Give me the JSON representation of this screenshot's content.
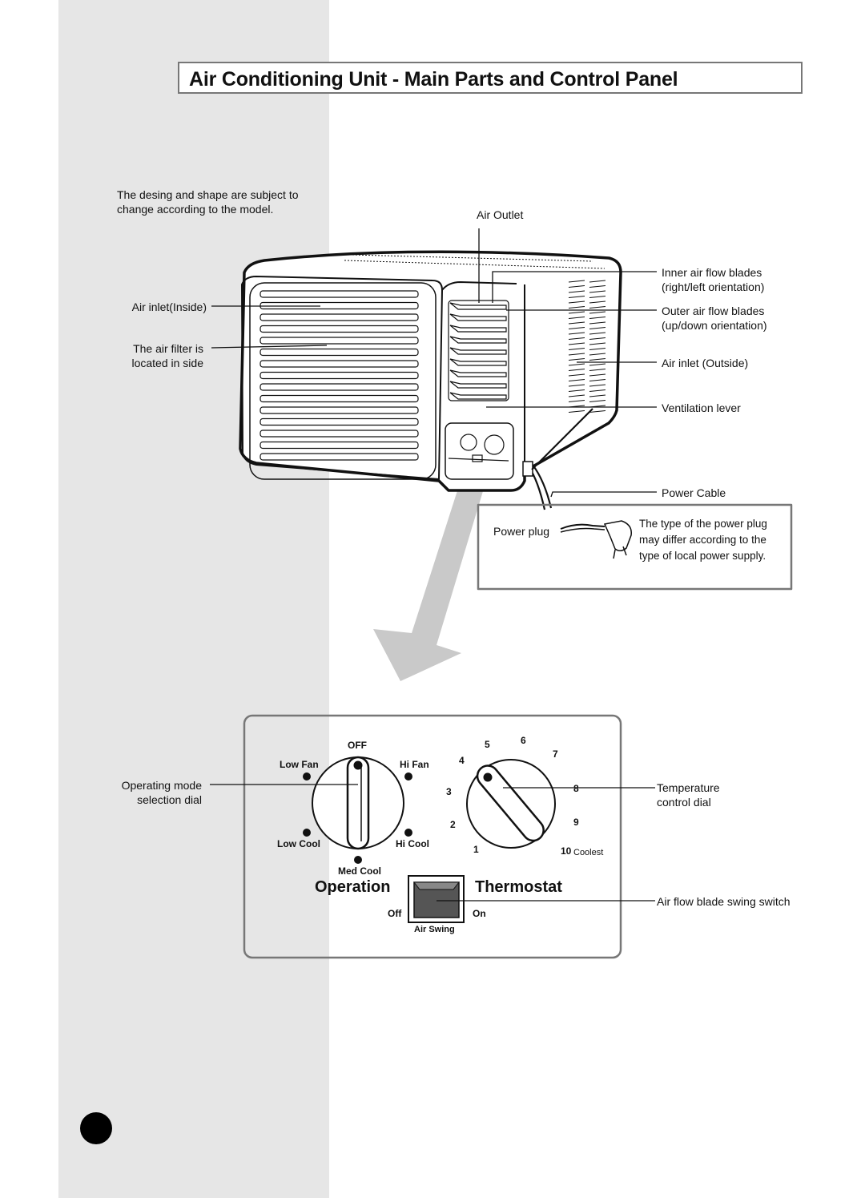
{
  "title": "Air Conditioning Unit - Main Parts and Control Panel",
  "note": [
    "The desing and shape are subject to",
    "change according to the model."
  ],
  "unit_labels": {
    "air_outlet": "Air Outlet",
    "air_inlet_inside": "Air inlet(Inside)",
    "air_filter": [
      "The air filter is",
      "located in side"
    ],
    "inner_blades": [
      "Inner air flow blades",
      "(right/left orientation)"
    ],
    "outer_blades": [
      "Outer air flow blades",
      "(up/down orientation)"
    ],
    "air_inlet_outside": "Air inlet (Outside)",
    "ventilation_lever": "Ventilation lever",
    "power_cable": "Power Cable"
  },
  "plug_box": {
    "power_plug": "Power plug",
    "note": [
      "The type of the power plug",
      "may differ according to the",
      "type of local power supply."
    ]
  },
  "control_panel": {
    "mode_dial_label": [
      "Operating mode",
      "selection dial"
    ],
    "mode_positions": {
      "off": "OFF",
      "low_fan": "Low Fan",
      "hi_fan": "Hi Fan",
      "low_cool": "Low Cool",
      "hi_cool": "Hi Cool",
      "med_cool": "Med Cool"
    },
    "temp_numbers": [
      "1",
      "2",
      "3",
      "4",
      "5",
      "6",
      "7",
      "8",
      "9",
      "10"
    ],
    "coolest": "Coolest",
    "temp_dial_label": [
      "Temperature",
      "control dial"
    ],
    "operation": "Operation",
    "thermostat": "Thermostat",
    "switch_off": "Off",
    "switch_on": "On",
    "air_swing": "Air Swing",
    "swing_label": "Air flow blade swing switch"
  }
}
